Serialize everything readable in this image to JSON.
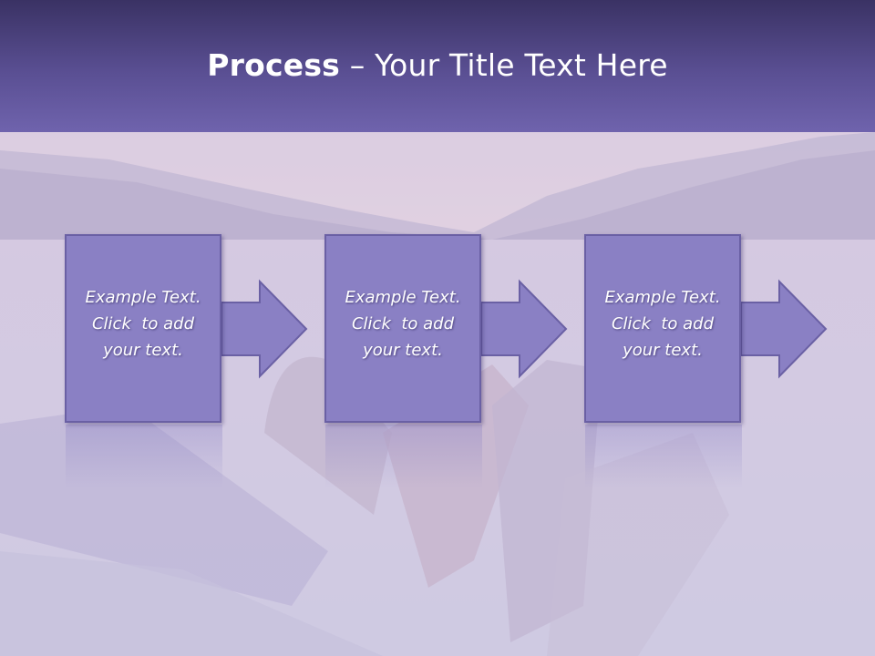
{
  "title": {
    "bold": "Process",
    "rest": " – Your Title Text Here"
  },
  "steps": [
    {
      "line1": "Example Text.",
      "line2": "Click  to add",
      "line3": "your text."
    },
    {
      "line1": "Example Text.",
      "line2": "Click  to add",
      "line3": "your text."
    },
    {
      "line1": "Example Text.",
      "line2": "Click  to add",
      "line3": "your text."
    }
  ],
  "colors": {
    "header": "#5a4f93",
    "box": "#8a80c4",
    "arrow": "#8a80c4",
    "border": "#6a60a4"
  }
}
